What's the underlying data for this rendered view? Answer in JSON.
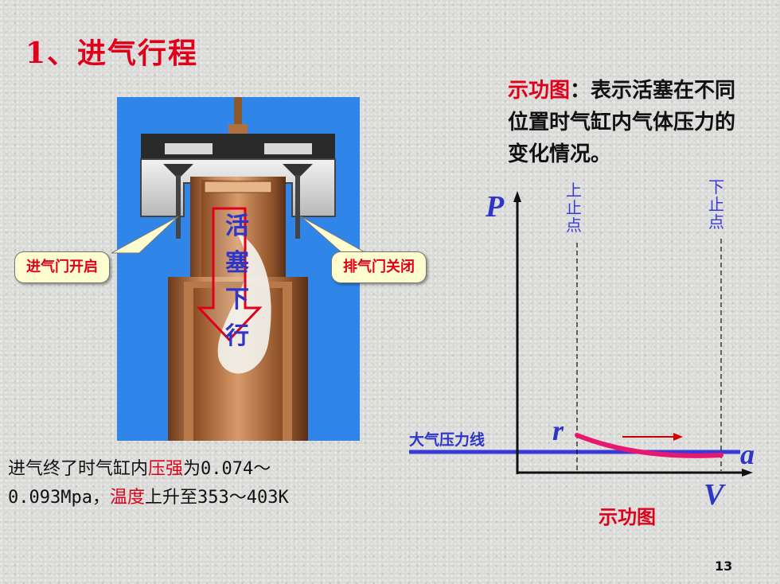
{
  "slide": {
    "title": "1、进气行程",
    "page_number": "13"
  },
  "description": {
    "highlight": "示功图",
    "rest": "：表示活塞在不同位置时气缸内气体压力的变化情况。"
  },
  "engine": {
    "intake_valve_label": "进气门开启",
    "exhaust_valve_label": "排气门关闭",
    "piston_chars": [
      "活",
      "塞",
      "下",
      "行"
    ]
  },
  "result": {
    "part1": "进气终了时气缸内",
    "pressure_word": "压强",
    "part2": "为0.074～",
    "part3": "0.093Mpa，",
    "temp_word": "温度",
    "part4": "上升至353～403K"
  },
  "pv_diagram": {
    "p_axis": "P",
    "v_axis": "V",
    "tdc_label": [
      "上",
      "止",
      "点"
    ],
    "bdc_label": [
      "下",
      "止",
      "点"
    ],
    "atmospheric_line": "大气压力线",
    "point_r": "r",
    "point_a": "a",
    "caption": "示功图"
  },
  "colors": {
    "accent_red": "#e0001a",
    "axis_blue": "#2d36c8",
    "curve_pink": "#e8186e",
    "engine_bg": "#2f86e8"
  }
}
